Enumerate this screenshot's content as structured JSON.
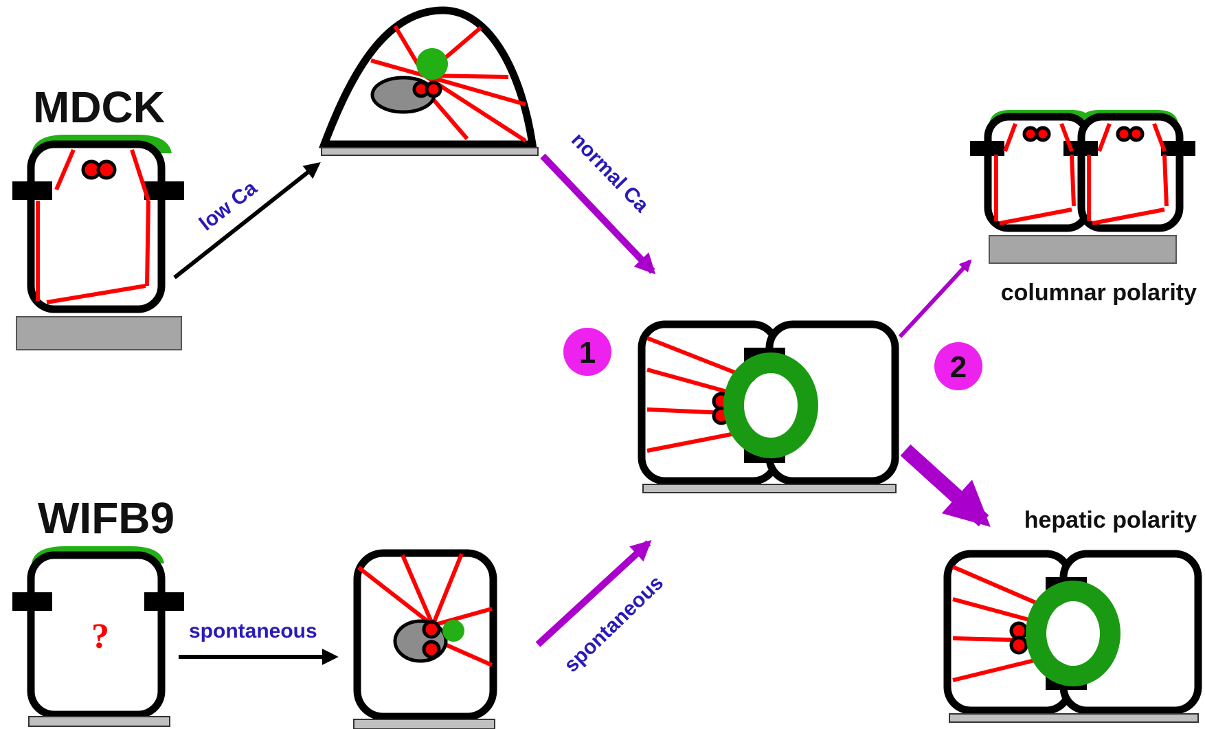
{
  "labels": {
    "mdck": "MDCK",
    "wifb9": "WIFB9",
    "question_mark": "?",
    "low_ca": "low Ca",
    "normal_ca": "normal Ca",
    "spontaneous_horizontal": "spontaneous",
    "spontaneous_diagonal": "spontaneous",
    "columnar_polarity": "columnar polarity",
    "hepatic_polarity": "hepatic polarity",
    "step_1": "1",
    "step_2": "2"
  },
  "colors": {
    "apical_membrane": "#22b014",
    "bile_canaliculus_ring": "#1a9a12",
    "microtubules": "#ff0000",
    "transition_arrows": "#aa00cc",
    "step_markers": "#ee22ee",
    "condition_text": "#2a1ab8"
  }
}
